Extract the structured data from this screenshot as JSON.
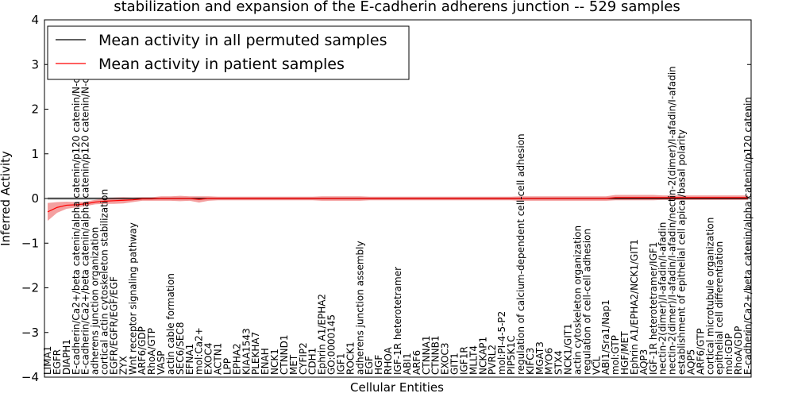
{
  "chart_data": {
    "type": "line",
    "title": "stabilization and expansion of the E-cadherin adherens junction -- 529 samples",
    "xlabel": "Cellular Entities",
    "ylabel": "Inferred Activity",
    "ylim": [
      -4,
      4
    ],
    "yticks": [
      -4,
      -3,
      -2,
      -1,
      0,
      1,
      2,
      3,
      4
    ],
    "grid": false,
    "legend_position": "top-left",
    "colors": {
      "permuted": "#000000",
      "patient": "#ff0000",
      "patient_band": "#f08080",
      "permuted_band": "#c8c8c8"
    },
    "categories": [
      "LIMA1",
      "EGFR",
      "DIAPH1",
      "E-cadherin/Ca2+/beta catenin/alpha catenin/p120 catenin/N-cadherin",
      "E-cadherin/Ca2+/beta catenin/alpha catenin/p120 catenin/N-cadherin",
      "adherens junction organization",
      "cortical actin cytoskeleton stabilization",
      "EGFR/EGFR/EGF/EGF",
      "ZYX",
      "Wnt receptor signaling pathway",
      "ARF6/GDP",
      "RhoA/GTP",
      "VASP",
      "actin cable formation",
      "SEC6/SEC8",
      "EFNA1",
      "mol:Ca2+",
      "EXOC4",
      "ACTN1",
      "LPP",
      "EPHA2",
      "KIAA1543",
      "PLEKHA7",
      "ENAH",
      "NCK1",
      "CTNND1",
      "MET",
      "CYFIP2",
      "CDH1",
      "Ephrin A1/EPHA2",
      "GO:0000145",
      "IGF1",
      "ROCK1",
      "adherens junction assembly",
      "EGF",
      "HGF",
      "RHOA",
      "IGF-1R heterotetramer",
      "ABI1",
      "ARF6",
      "CTNNA1",
      "CTNNB1",
      "EXOC3",
      "GIT1",
      "IGF1R",
      "MLLT4",
      "NCKAP1",
      "PVRL2",
      "mol:PI-4-5-P2",
      "PIP5K1C",
      "regulation of calcium-dependent cell-cell adhesion",
      "KIFC3",
      "MGAT3",
      "MYO6",
      "STX4",
      "NCK1/GIT1",
      "actin cytoskeleton organization",
      "regulation of cell-cell adhesion",
      "VCL",
      "ABI1/Sra1/Nap1",
      "mol:GTP",
      "HGF/MET",
      "Ephrin A1/EPHA2/NCK1/GIT1",
      "AQP3",
      "IGF-1R heterotetramer/IGF1",
      "nectin-2(dimer)/I-afadin/I-afadin",
      "nectin-2(dimer)/I-afadin/I-afadin/nectin-2(dimer)/I-afadin/I-afadin",
      "establishment of epithelial cell apical/basal polarity",
      "AQP5",
      "ARF6/GTP",
      "cortical microtubule organization",
      "epithelial cell differentiation",
      "mol:GDP",
      "RhoA/GDP",
      "E-cadherin/Ca2+/beta catenin/alpha catenin/p120 catenin"
    ],
    "series": [
      {
        "name": "Mean activity in all permuted samples",
        "values": [
          0,
          0,
          0,
          0,
          0,
          0,
          0,
          0,
          0,
          0,
          0,
          0,
          0,
          0,
          0,
          0,
          0,
          0,
          0,
          0,
          0,
          0,
          0,
          0,
          0,
          0,
          0,
          0,
          0,
          0,
          0,
          0,
          0,
          0,
          0,
          0,
          0,
          0,
          0,
          0,
          0,
          0,
          0,
          0,
          0,
          0,
          0,
          0,
          0,
          0,
          0,
          0,
          0,
          0,
          0,
          0,
          0,
          0,
          0,
          0,
          0,
          0,
          0,
          0,
          0,
          0,
          0,
          0,
          0,
          0,
          0,
          0,
          0,
          0,
          0
        ]
      },
      {
        "name": "Mean activity in patient samples",
        "values": [
          -0.3,
          -0.2,
          -0.15,
          -0.14,
          -0.12,
          -0.08,
          -0.06,
          -0.05,
          -0.04,
          -0.03,
          -0.01,
          -0.01,
          0,
          0,
          0,
          0,
          -0.02,
          0,
          0,
          0,
          0,
          0,
          0,
          0,
          0,
          0,
          0,
          0,
          0,
          0,
          0,
          0,
          0,
          0,
          0,
          0,
          0,
          0,
          0,
          0,
          0,
          0,
          0,
          0,
          0,
          0,
          0,
          0,
          0,
          0,
          0,
          0,
          0,
          0,
          0,
          0,
          0,
          0,
          0,
          0,
          0.02,
          0.02,
          0.02,
          0.02,
          0.02,
          0.02,
          0.02,
          0.02,
          0.02,
          0.02,
          0.02,
          0.02,
          0.02,
          0.02,
          0.02
        ],
        "band": [
          0.2,
          0.12,
          0.08,
          0.06,
          0.05,
          0.05,
          0.06,
          0.07,
          0.07,
          0.05,
          0.04,
          0.04,
          0.05,
          0.05,
          0.06,
          0.05,
          0.07,
          0.05,
          0.04,
          0.04,
          0.04,
          0.04,
          0.04,
          0.04,
          0.04,
          0.04,
          0.04,
          0.04,
          0.04,
          0.05,
          0.05,
          0.05,
          0.05,
          0.05,
          0.04,
          0.04,
          0.04,
          0.04,
          0.04,
          0.04,
          0.04,
          0.04,
          0.04,
          0.04,
          0.04,
          0.04,
          0.04,
          0.04,
          0.04,
          0.04,
          0.05,
          0.05,
          0.05,
          0.05,
          0.05,
          0.05,
          0.05,
          0.05,
          0.05,
          0.05,
          0.06,
          0.06,
          0.06,
          0.06,
          0.06,
          0.05,
          0.05,
          0.05,
          0.05,
          0.05,
          0.05,
          0.05,
          0.05,
          0.05,
          0.05
        ]
      }
    ]
  }
}
